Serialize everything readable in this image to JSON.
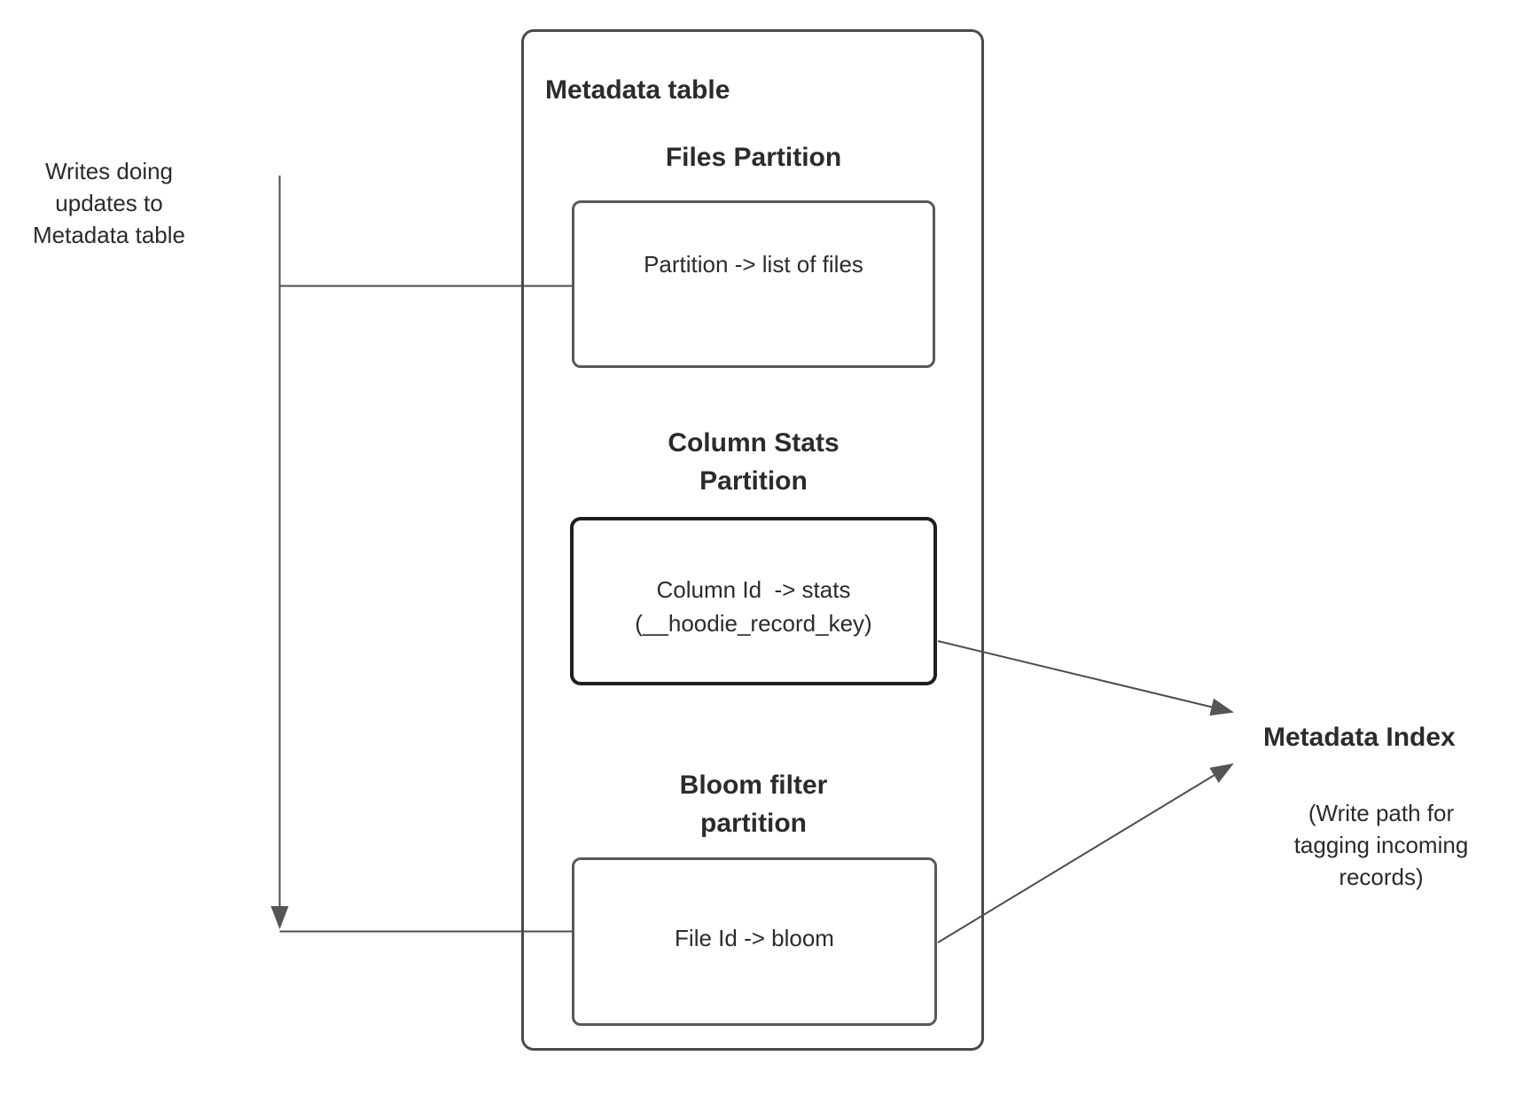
{
  "diagram": {
    "colors": {
      "background": "#ffffff",
      "line": "#4d4d4d",
      "arrowhead": "#555555",
      "text": "#2b2b2b",
      "container_border": "#4a4a4a",
      "box_border": "#595959",
      "stats_box_border": "#1f1f1f"
    },
    "left_note": "Writes doing\nupdates to\nMetadata table",
    "metadata_table": {
      "title": "Metadata table",
      "files_partition": {
        "heading": "Files Partition",
        "mapping": "Partition -> list of files"
      },
      "column_stats_partition": {
        "heading": "Column Stats\nPartition",
        "mapping": "Column Id  -> stats\n(__hoodie_record_key)"
      },
      "bloom_filter_partition": {
        "heading": "Bloom filter\npartition",
        "mapping": "File Id -> bloom"
      }
    },
    "metadata_index": {
      "title": "Metadata Index",
      "note": "(Write path for\ntagging incoming\nrecords)"
    }
  }
}
